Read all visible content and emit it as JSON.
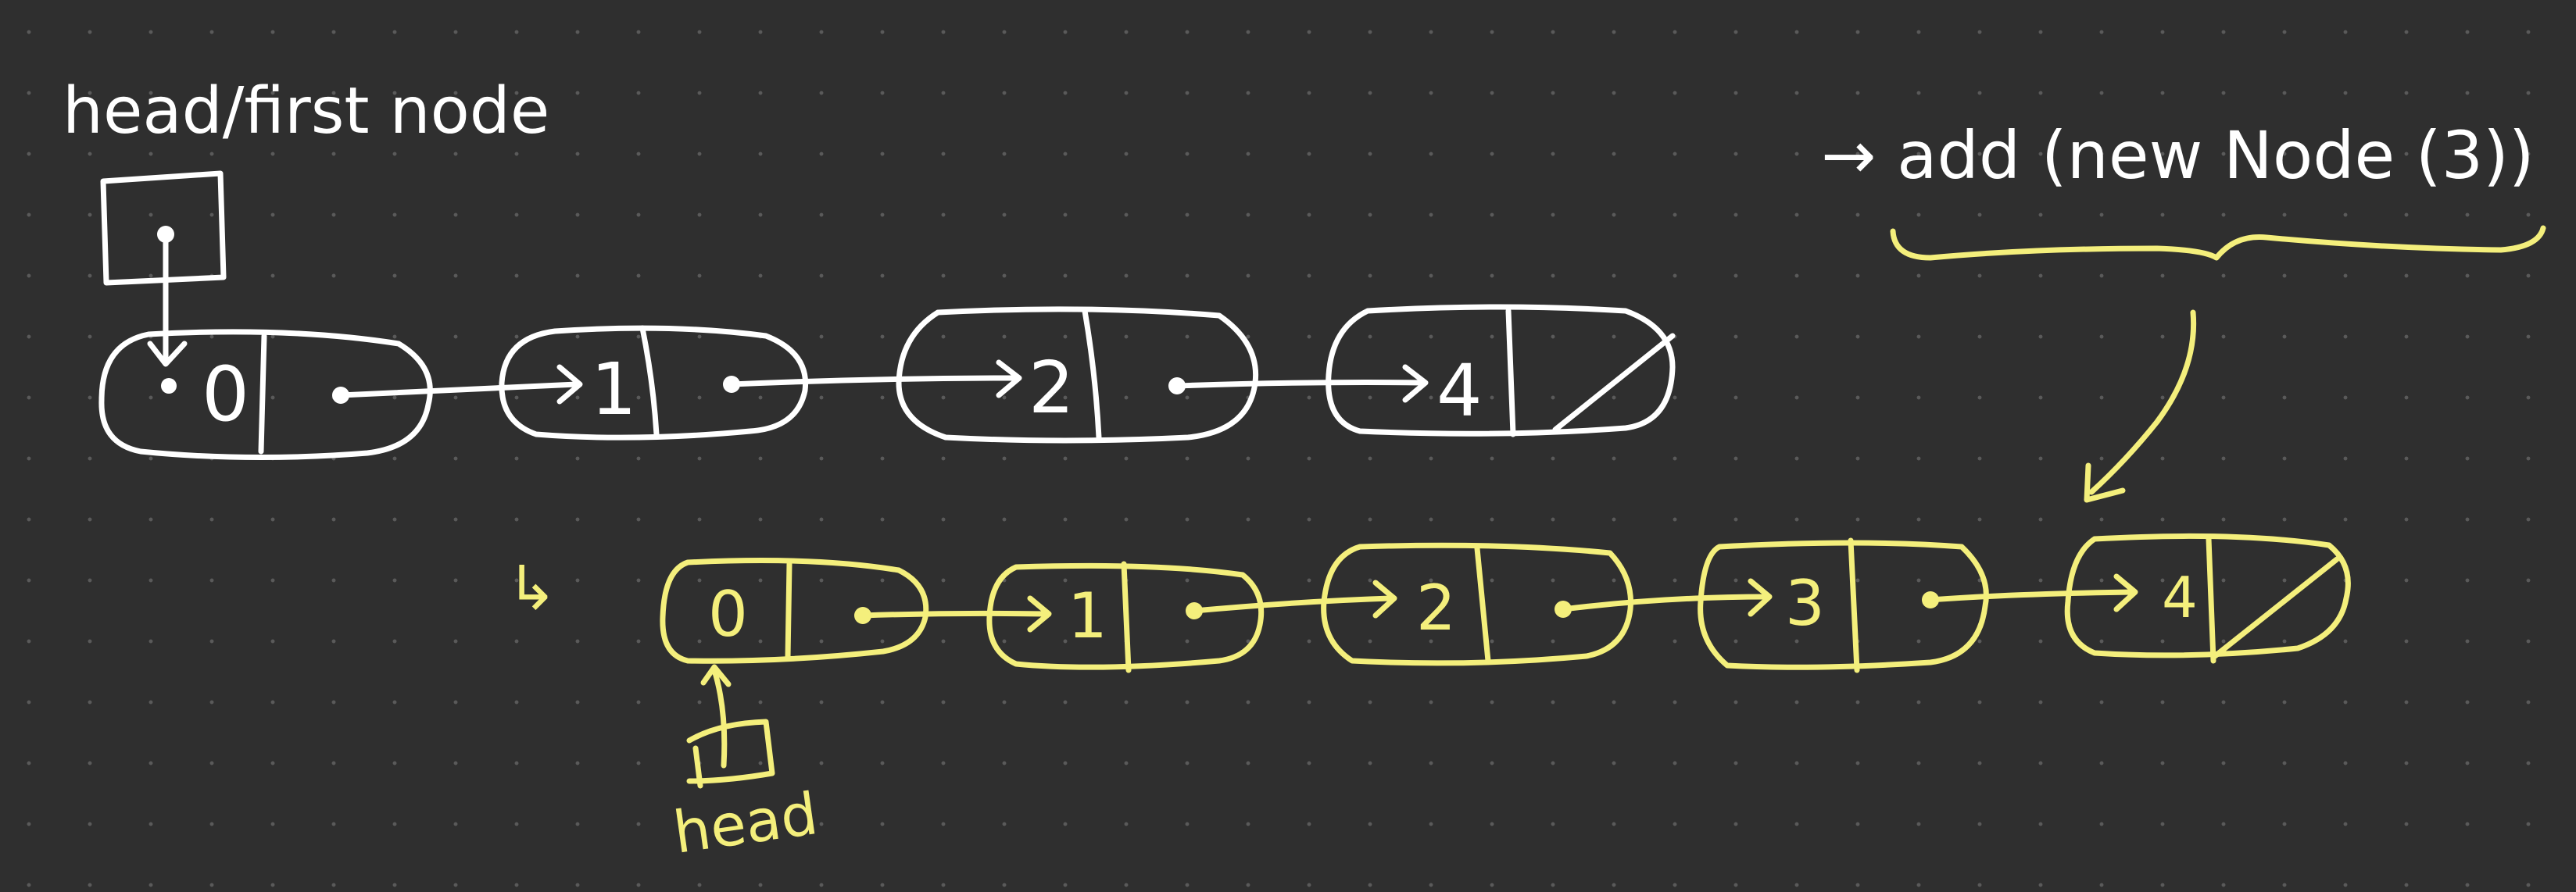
{
  "colors": {
    "background": "#2f2f2f",
    "grid_dot": "#5a5a5a",
    "ink_white": "#ffffff",
    "ink_yellow": "#f4ef7c"
  },
  "labels": {
    "head_first_node": "head/first node",
    "add_call": "→ add (new Node (3))",
    "head": "head",
    "return_arrow": "↳"
  },
  "list_before": {
    "values": [
      "0",
      "1",
      "2",
      "4"
    ]
  },
  "list_after": {
    "values": [
      "0",
      "1",
      "2",
      "3",
      "4"
    ]
  }
}
